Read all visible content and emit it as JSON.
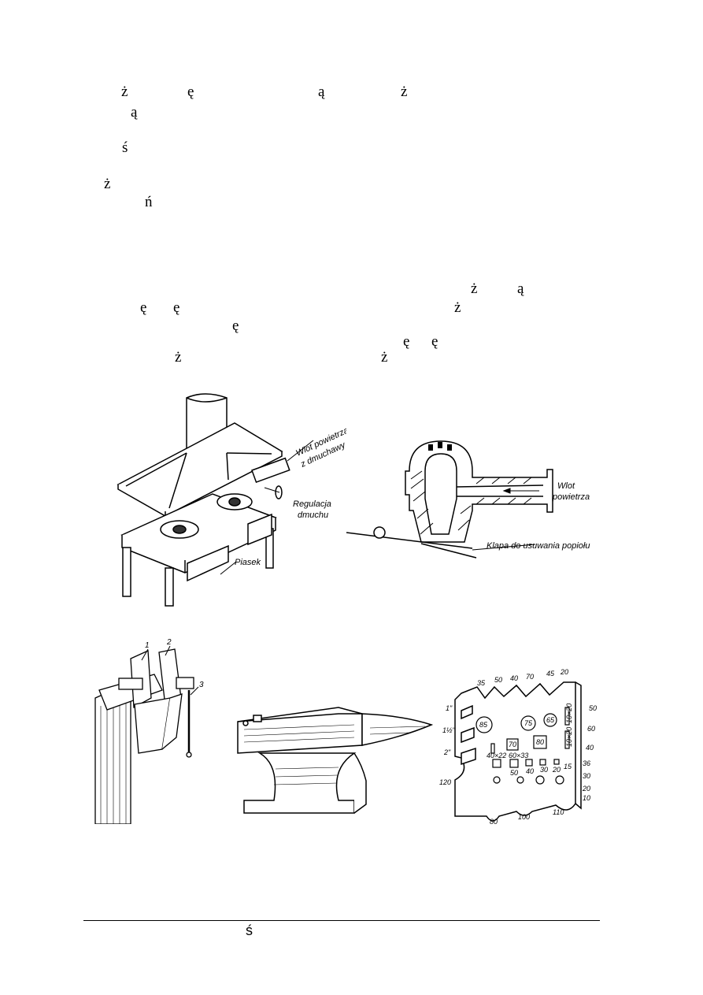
{
  "text_glyphs": {
    "g1": "ż",
    "g2": "ę",
    "g3": "ą",
    "g4": "ż",
    "g5": "ą",
    "g6": "ś",
    "g7": "ż",
    "g8": "ń",
    "g9": "ż",
    "g10": "ą",
    "g11": "ę",
    "g12": "ę",
    "g13": "ż",
    "g14": "ę",
    "g15": "ę",
    "g16": "ę",
    "g17": "ż",
    "g18": "ż"
  },
  "figure_forge": {
    "label_air_inlet_a": "Wlot powietrza",
    "label_air_inlet_b": "z dmuchawy",
    "label_regulation_a": "Regulacja",
    "label_regulation_b": "dmuchu",
    "label_sand": "Piasek"
  },
  "figure_hearth_section": {
    "label_inlet_a": "Wlot",
    "label_inlet_b": "powietrza",
    "label_flap": "Klapa do usuwania popiołu"
  },
  "figure_vise": {
    "callout_1": "1",
    "callout_2": "2",
    "callout_3": "3"
  },
  "figure_swage_block": {
    "top_numbers": [
      "35",
      "50",
      "40",
      "70",
      "45",
      "20"
    ],
    "right_numbers": [
      "50",
      "60",
      "40",
      "36",
      "30",
      "20",
      "10"
    ],
    "left_numbers": [
      "1\"",
      "1½\"",
      "2\"",
      "120"
    ],
    "bottom_numbers": [
      "80",
      "100",
      "110"
    ],
    "circle_labels": [
      "85",
      "75",
      "65"
    ],
    "square_labels": [
      "70",
      "80"
    ],
    "slot_labels": [
      "10×20",
      "10×20"
    ],
    "row_labels": [
      "40×22",
      "60×33"
    ],
    "small_row_labels": [
      "50",
      "40",
      "30",
      "20",
      "15"
    ]
  },
  "footer": {
    "glyph": "ś"
  }
}
